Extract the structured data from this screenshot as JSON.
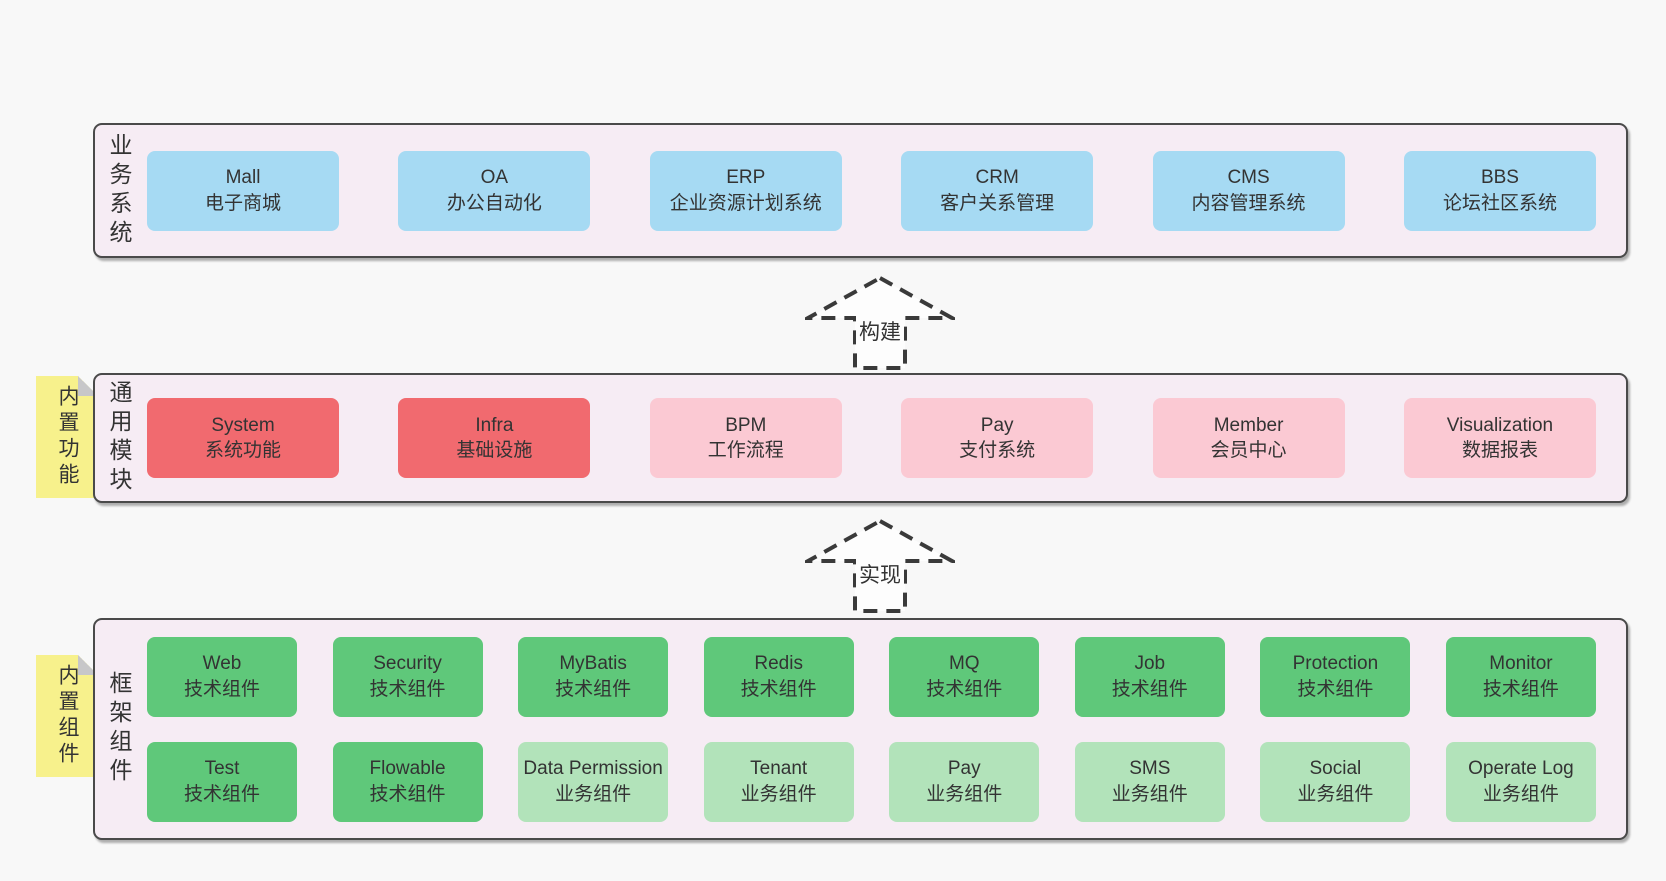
{
  "palette": {
    "page-bg": "#f8f8f8",
    "band-bg": "#f6ecf4",
    "line": "#4a4a4a",
    "text": "#333333",
    "blue": "#a6daf3",
    "red": "#f16a6f",
    "pink": "#fbc9d3",
    "green": "#5fc87a",
    "green-light": "#b2e3ba",
    "sticky": "#f7f18c",
    "fold": "#c7c7c9"
  },
  "arrows": [
    {
      "label": "构建"
    },
    {
      "label": "实现"
    }
  ],
  "bands": [
    {
      "label": "业务系统",
      "sticky": null,
      "rows": [
        [
          {
            "en": "Mall",
            "zh": "电子商城",
            "tone": "blue"
          },
          {
            "en": "OA",
            "zh": "办公自动化",
            "tone": "blue"
          },
          {
            "en": "ERP",
            "zh": "企业资源计划系统",
            "tone": "blue"
          },
          {
            "en": "CRM",
            "zh": "客户关系管理",
            "tone": "blue"
          },
          {
            "en": "CMS",
            "zh": "内容管理系统",
            "tone": "blue"
          },
          {
            "en": "BBS",
            "zh": "论坛社区系统",
            "tone": "blue"
          }
        ]
      ]
    },
    {
      "label": "通用模块",
      "sticky": "内置功能",
      "rows": [
        [
          {
            "en": "System",
            "zh": "系统功能",
            "tone": "red"
          },
          {
            "en": "Infra",
            "zh": "基础设施",
            "tone": "red"
          },
          {
            "en": "BPM",
            "zh": "工作流程",
            "tone": "pink"
          },
          {
            "en": "Pay",
            "zh": "支付系统",
            "tone": "pink"
          },
          {
            "en": "Member",
            "zh": "会员中心",
            "tone": "pink"
          },
          {
            "en": "Visualization",
            "zh": "数据报表",
            "tone": "pink"
          }
        ]
      ]
    },
    {
      "label": "框架组件",
      "sticky": "内置组件",
      "rows": [
        [
          {
            "en": "Web",
            "zh": "技术组件",
            "tone": "green"
          },
          {
            "en": "Security",
            "zh": "技术组件",
            "tone": "green"
          },
          {
            "en": "MyBatis",
            "zh": "技术组件",
            "tone": "green"
          },
          {
            "en": "Redis",
            "zh": "技术组件",
            "tone": "green"
          },
          {
            "en": "MQ",
            "zh": "技术组件",
            "tone": "green"
          },
          {
            "en": "Job",
            "zh": "技术组件",
            "tone": "green"
          },
          {
            "en": "Protection",
            "zh": "技术组件",
            "tone": "green"
          },
          {
            "en": "Monitor",
            "zh": "技术组件",
            "tone": "green"
          }
        ],
        [
          {
            "en": "Test",
            "zh": "技术组件",
            "tone": "green"
          },
          {
            "en": "Flowable",
            "zh": "技术组件",
            "tone": "green"
          },
          {
            "en": "Data Permission",
            "zh": "业务组件",
            "tone": "green-light"
          },
          {
            "en": "Tenant",
            "zh": "业务组件",
            "tone": "green-light"
          },
          {
            "en": "Pay",
            "zh": "业务组件",
            "tone": "green-light"
          },
          {
            "en": "SMS",
            "zh": "业务组件",
            "tone": "green-light"
          },
          {
            "en": "Social",
            "zh": "业务组件",
            "tone": "green-light"
          },
          {
            "en": "Operate Log",
            "zh": "业务组件",
            "tone": "green-light"
          }
        ]
      ]
    }
  ]
}
